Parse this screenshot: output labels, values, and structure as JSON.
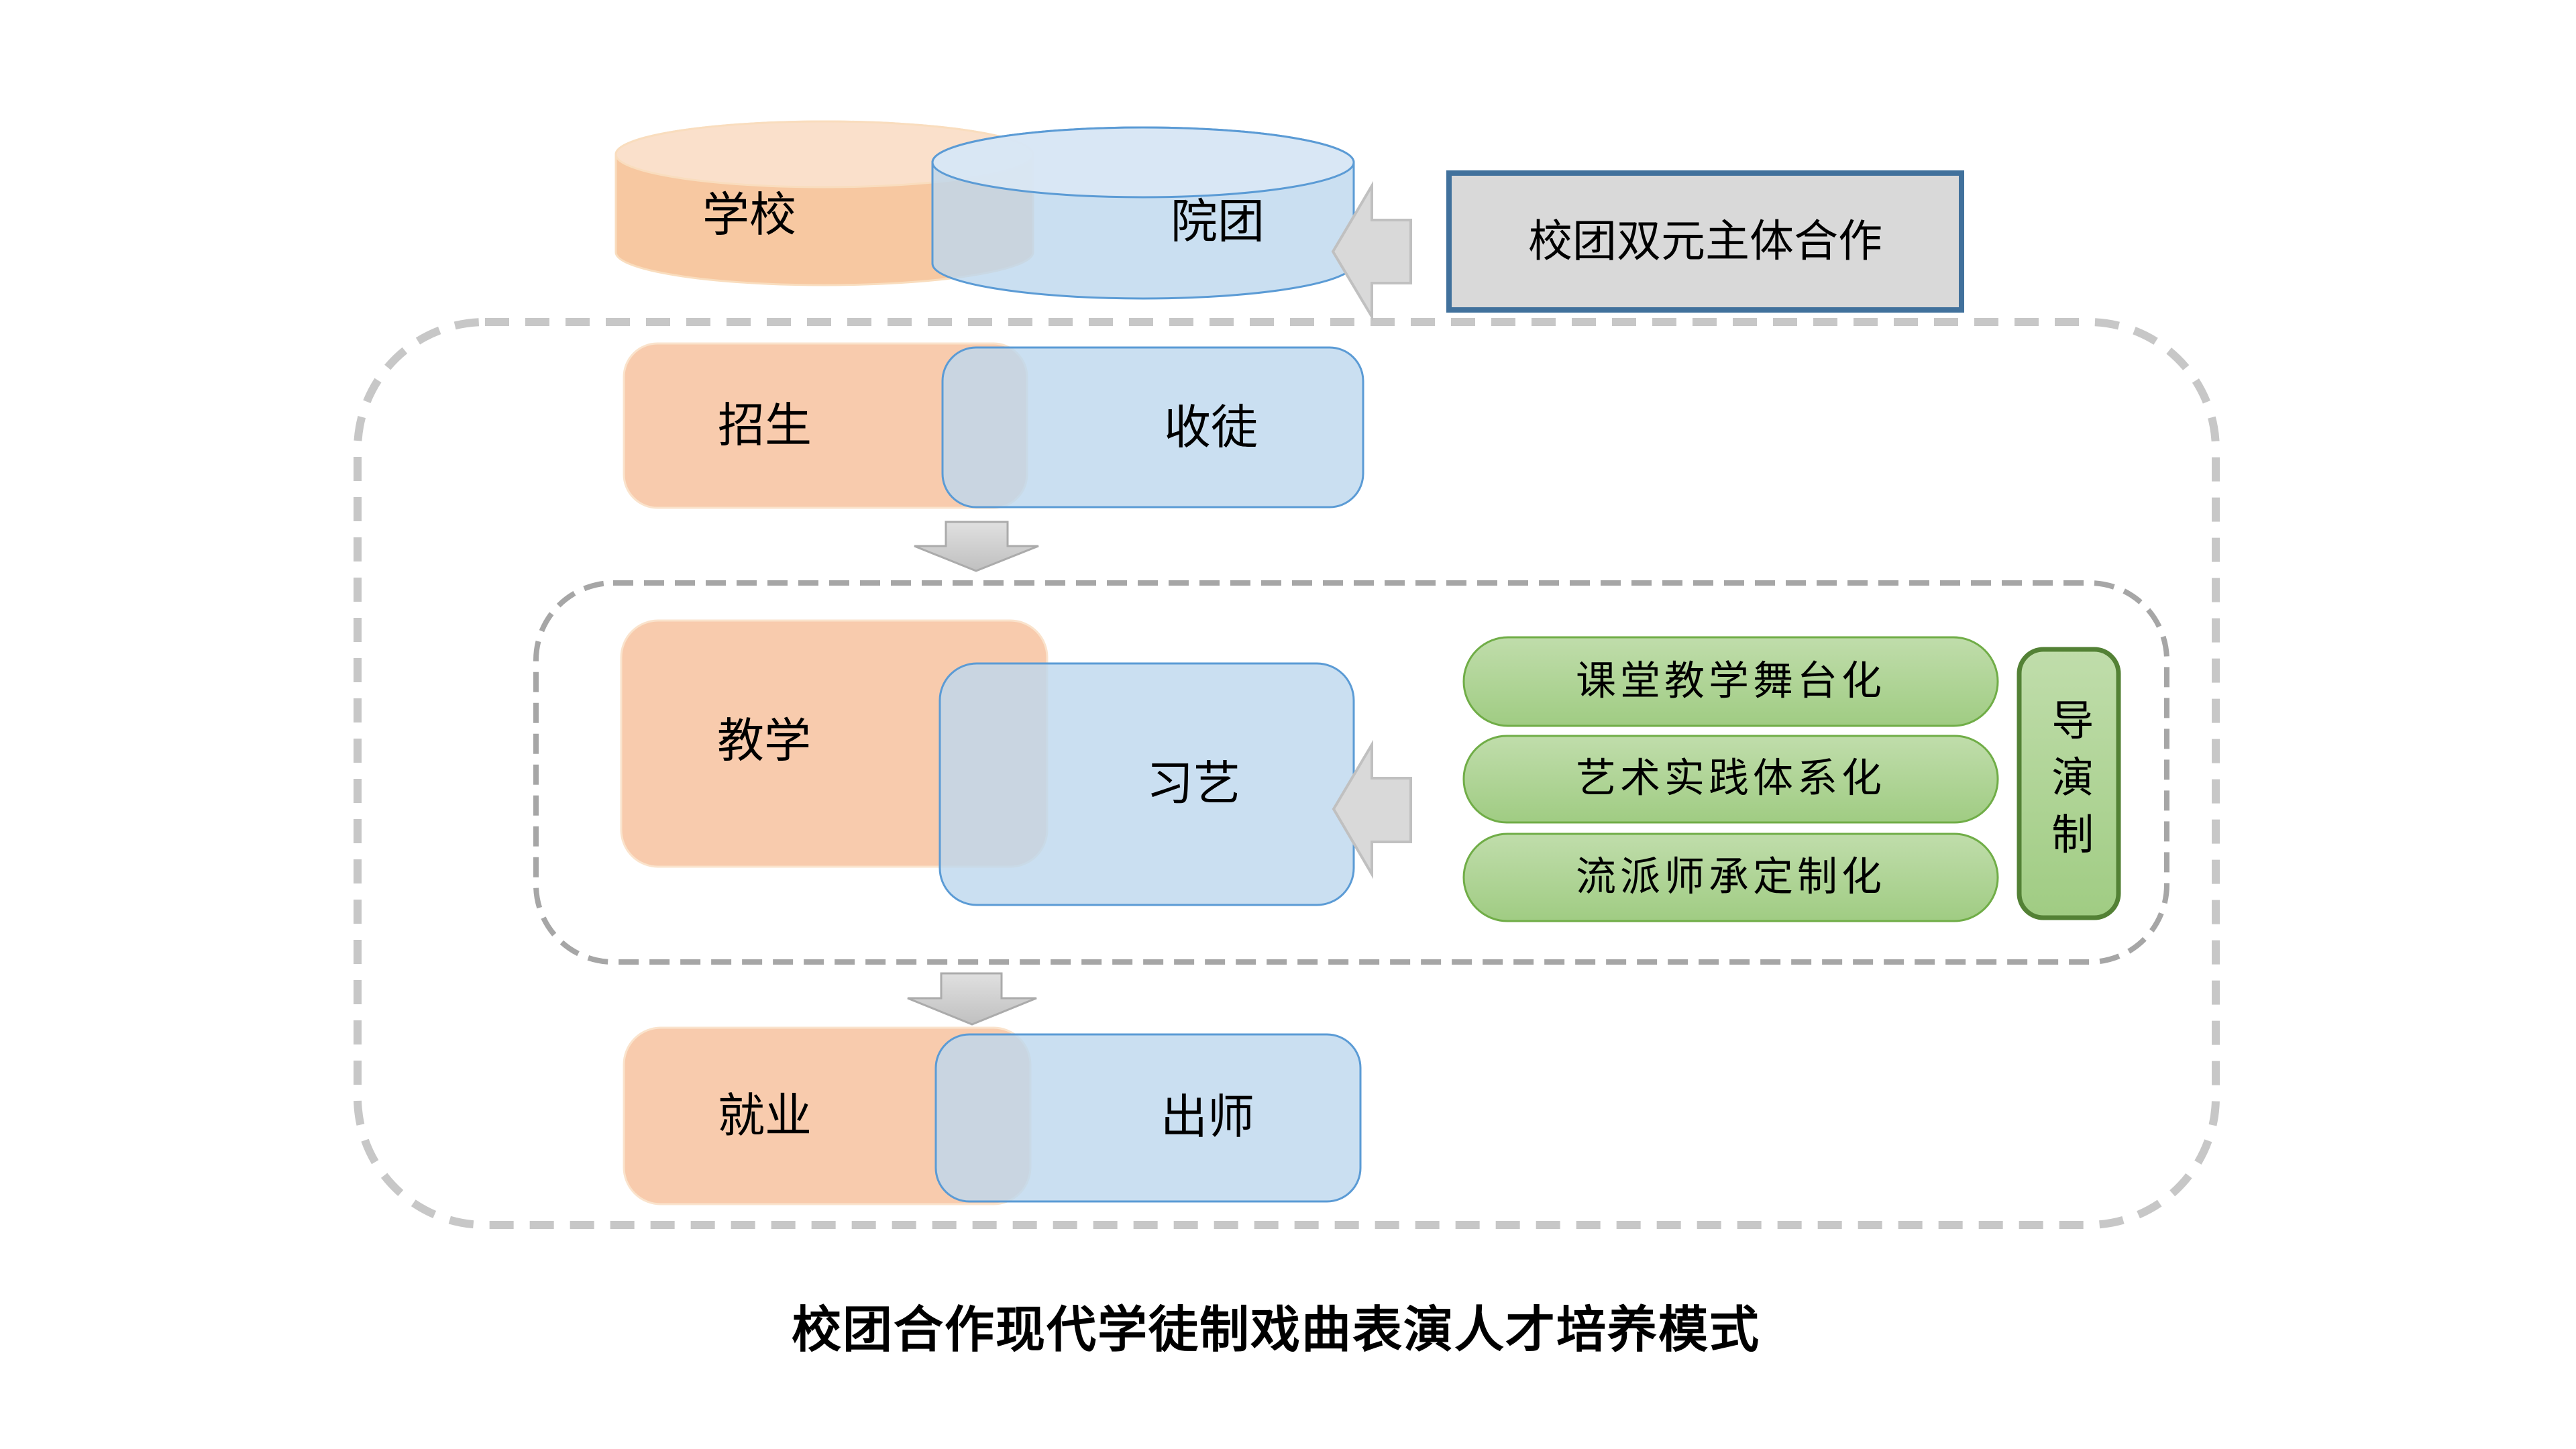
{
  "caption": "校团合作现代学徒制戏曲表演人才培养模式",
  "header": {
    "school": "学校",
    "troupe": "院团",
    "cooperation": "校团双元主体合作"
  },
  "stages": [
    {
      "school": "招生",
      "troupe": "收徒"
    },
    {
      "school": "教学",
      "troupe": "习艺"
    },
    {
      "school": "就业",
      "troupe": "出师"
    }
  ],
  "teaching": {
    "methods": [
      "课堂教学舞台化",
      "艺术实践体系化",
      "流派师承定制化"
    ],
    "director": "导演制"
  },
  "icons": {
    "flow_down_arrow": "down-block-arrow",
    "flow_left_arrow": "left-block-arrow"
  },
  "colors": {
    "school_fill": "#F8CBAD",
    "school_top_fill": "#FAE0CB",
    "troupe_fill": "#BDD7EE",
    "troupe_border": "#5B9BD5",
    "method_fill": "#A9D18E",
    "method_border": "#70AD47",
    "director_border": "#538135",
    "cooperation_fill": "#D9D9D9",
    "cooperation_border": "#41719C",
    "arrow_fill": "#D9D9D9",
    "arrow_border": "#BFBFBF",
    "outer_dash": "#C7C7C7",
    "inner_dash": "#A6A6A6",
    "text": "#000000",
    "background": "#FFFFFF"
  }
}
